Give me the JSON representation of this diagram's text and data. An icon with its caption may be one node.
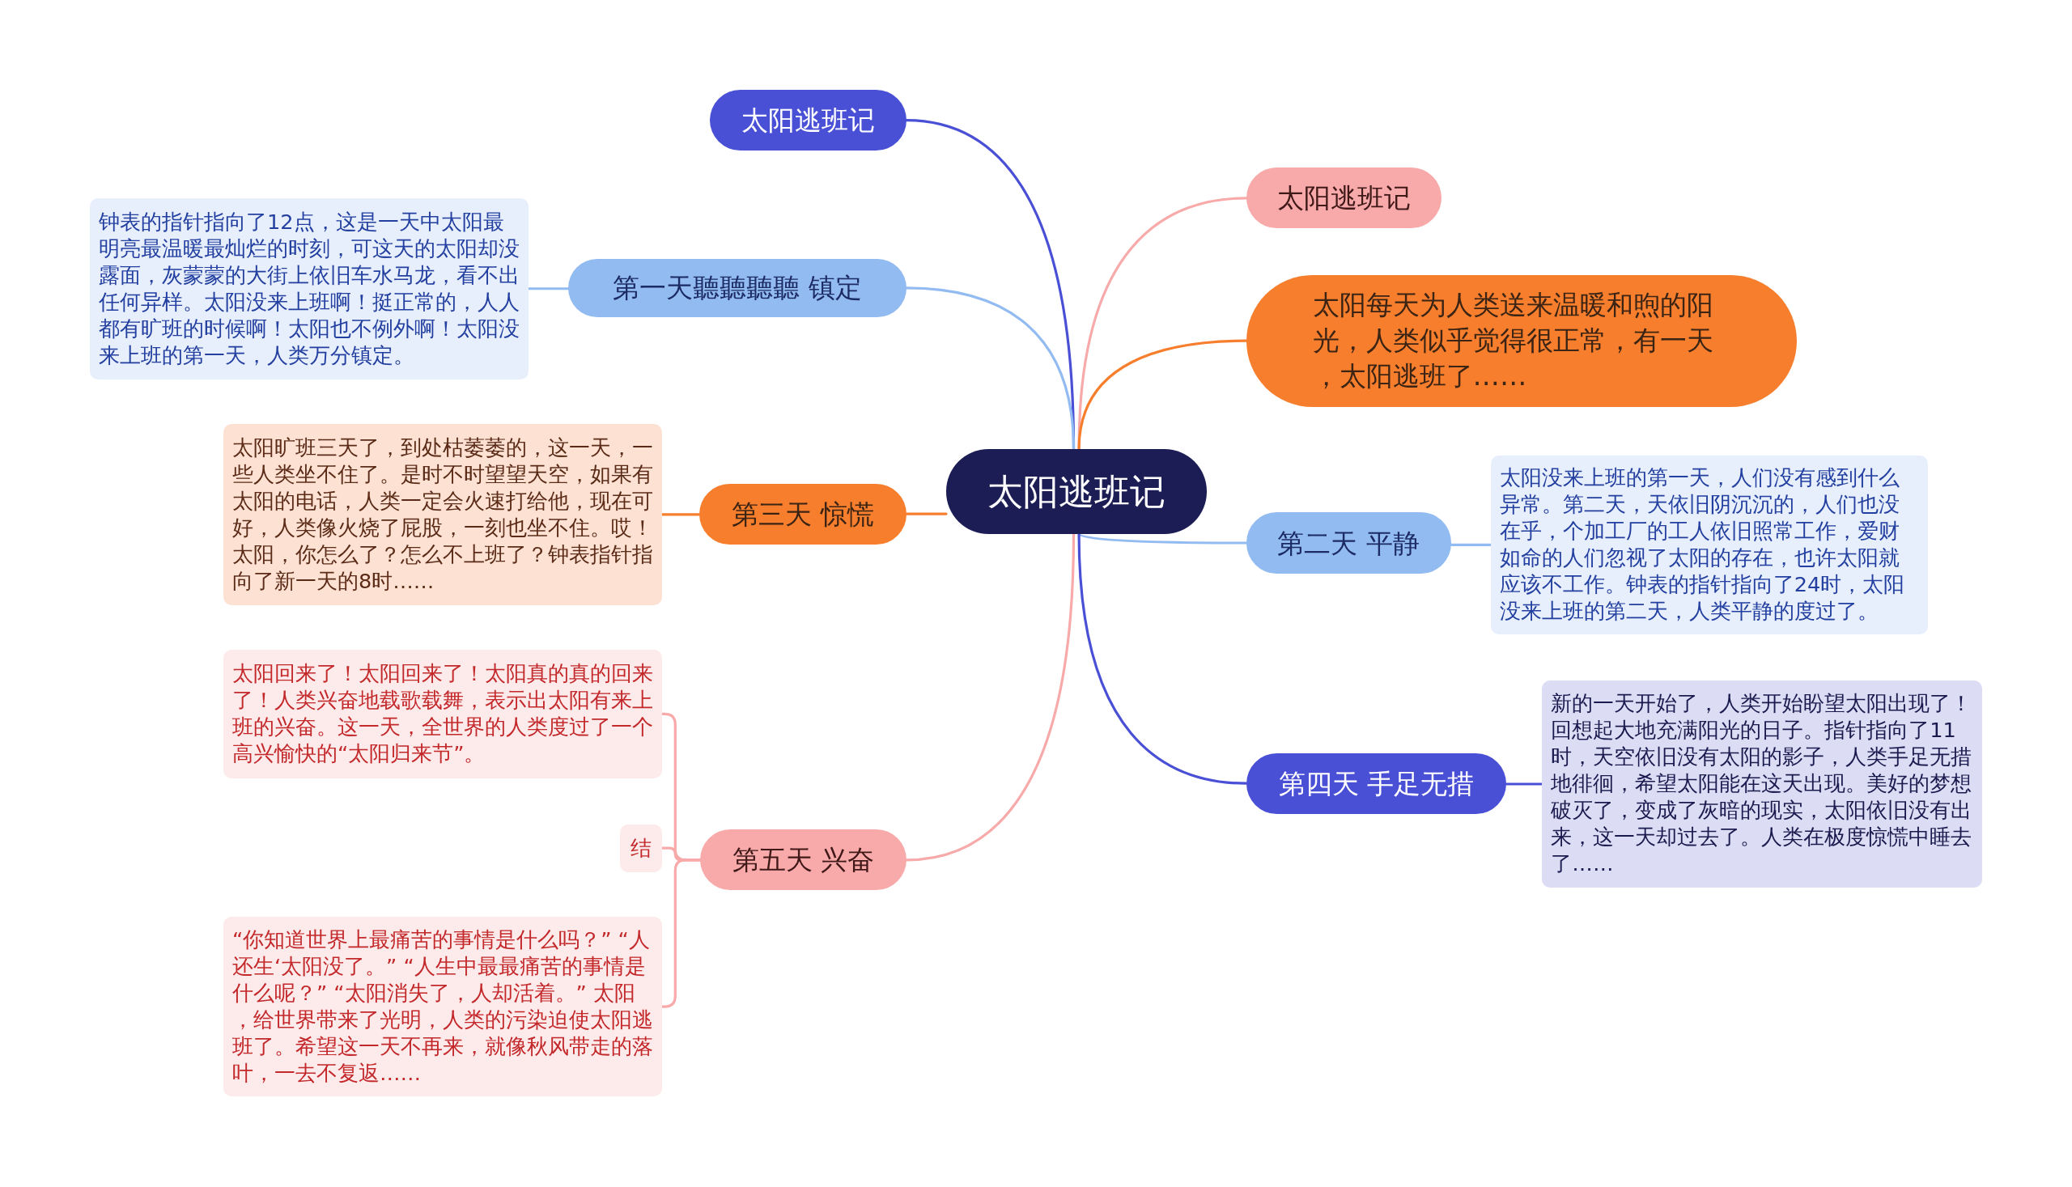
{
  "diagram": {
    "nodes": [
      {
        "text": [
          "太阳逃班记"
        ]
      },
      {
        "text": [
          "太阳逃班记"
        ]
      },
      {
        "text": [
          "第一天聽聽聽聽 镇定"
        ]
      },
      {
        "text": [
          "钟表的指针指向了12点，这是一天中太阳最明亮最温暖最灿烂的时刻，可这天的太阳却没露面，灰蒙蒙的大街上依旧车水马龙，看不出任何异样。太阳没来上班啊！挺正常的，人人都有旷班的时候啊！太阳也不例外啊！太阳没来上班的第一天，人类万分镇定。"
        ]
      },
      {
        "text": [
          "第三天 惊慌"
        ]
      },
      {
        "text": [
          "太阳旷班三天了，到处枯萎萎的，这一天，一些人类坐不住了。是时不时望望天空，如果有太阳的电话，人类一定会火速打给他，现在可好，人类像火烧了屁股，一刻也坐不住。哎！太阳，你怎么了？怎么不上班了？钟表指针指向了新一天的8时……"
        ]
      },
      {
        "text": [
          "第五天 兴奋"
        ]
      },
      {
        "text": [
          "太阳回来了！太阳回来了！太阳真的真的回来了！人类兴奋地载歌载舞，表示出太阳有来上班的兴奋。这一天，全世界的人类度过了一个高兴愉快的“太阳归来节”。"
        ]
      },
      {
        "text": [
          "结"
        ]
      },
      {
        "text": [
          "“你知道世界上最痛苦的事情是什么吗？” “人还生‘太阳没了。” “人生中最最痛苦的事情是什么呢？” “太阳消失了，人却活着。” 太阳，给世界带来了光明，人类的污染迫使太阳逃班了。希望这一天不再来，就像秋风带走的落叶，一去不复返……"
        ]
      },
      {
        "text": [
          "太阳逃班记"
        ]
      },
      {
        "text": [
          "太阳每天为人类送来温暖和煦的阳光，人类似乎觉得很正常，有一天，太阳逃班了……"
        ]
      },
      {
        "text": [
          "第二天 平静"
        ]
      },
      {
        "text": [
          "太阳没来上班的第一天，人们没有感到什么异常。第二天，天依旧阴沉沉的，人们也没在乎，个加工厂的工人依旧照常工作，爱财如命的人们忽视了太阳的存在，也许太阳就应该不工作。钟表的指针指向了24时，太阳没来上班的第二天，人类平静的度过了。"
        ]
      },
      {
        "text": [
          "第四天 手足无措"
        ]
      },
      {
        "text": [
          "新的一天开始了，人类开始盼望太阳出现了！回想起大地充满阳光的日子。指针指向了11时，天空依旧没有太阳的影子，人类手足无措地徘徊，希望太阳能在这天出现。美好的梦想破灭了，变成了灰暗的现实，太阳依旧没有出来，这一天却过去了。人类在极度惊慌中睡去了……"
        ]
      }
    ],
    "edges": [
      {
        "from": 0,
        "to": 1,
        "arrow": "none",
        "color": "#4a50d6"
      },
      {
        "from": 0,
        "to": 2,
        "arrow": "none",
        "color": "#92bbf2"
      },
      {
        "from": 2,
        "to": 3,
        "arrow": "none",
        "color": "#92bbf2"
      },
      {
        "from": 0,
        "to": 4,
        "arrow": "none",
        "color": "#f77e2d"
      },
      {
        "from": 4,
        "to": 5,
        "arrow": "none",
        "color": "#f77e2d"
      },
      {
        "from": 0,
        "to": 6,
        "arrow": "none",
        "color": "#f7aaa9"
      },
      {
        "from": 6,
        "to": 7,
        "arrow": "none",
        "color": "#f7aaa9"
      },
      {
        "from": 6,
        "to": 8,
        "arrow": "none",
        "color": "#f7aaa9"
      },
      {
        "from": 6,
        "to": 9,
        "arrow": "none",
        "color": "#f7aaa9"
      },
      {
        "from": 0,
        "to": 10,
        "arrow": "none",
        "color": "#f7aaa9"
      },
      {
        "from": 0,
        "to": 11,
        "arrow": "none",
        "color": "#f77e2d"
      },
      {
        "from": 0,
        "to": 12,
        "arrow": "none",
        "color": "#92bbf2"
      },
      {
        "from": 12,
        "to": 13,
        "arrow": "none",
        "color": "#92bbf2"
      },
      {
        "from": 0,
        "to": 14,
        "arrow": "none",
        "color": "#4a50d6"
      },
      {
        "from": 14,
        "to": 15,
        "arrow": "none",
        "color": "#4a50d6"
      }
    ]
  }
}
